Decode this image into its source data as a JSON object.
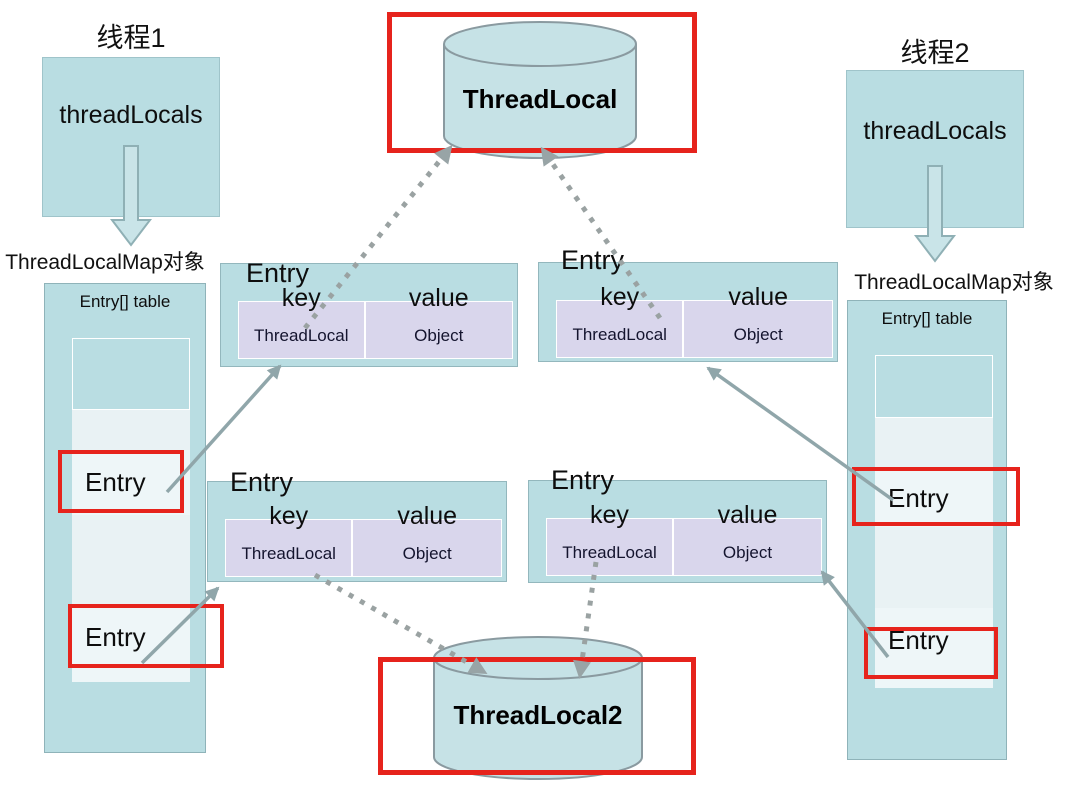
{
  "thread1": {
    "label": "线程1",
    "field": "threadLocals",
    "map_label": "ThreadLocalMap对象",
    "table_title": "Entry[] table",
    "entry_labels": [
      "Entry",
      "Entry"
    ]
  },
  "thread2": {
    "label": "线程2",
    "field": "threadLocals",
    "map_label": "ThreadLocalMap对象",
    "table_title": "Entry[] table",
    "entry_labels": [
      "Entry",
      "Entry"
    ]
  },
  "cylinders": {
    "top": "ThreadLocal",
    "bottom": "ThreadLocal2"
  },
  "entry_tables": [
    {
      "title": "Entry",
      "key_header": "key",
      "value_header": "value",
      "key_cell": "ThreadLocal",
      "value_cell": "Object"
    },
    {
      "title": "Entry",
      "key_header": "key",
      "value_header": "value",
      "key_cell": "ThreadLocal",
      "value_cell": "Object"
    },
    {
      "title": "Entry",
      "key_header": "key",
      "value_header": "value",
      "key_cell": "ThreadLocal",
      "value_cell": "Object"
    },
    {
      "title": "Entry",
      "key_header": "key",
      "value_header": "value",
      "key_cell": "ThreadLocal",
      "value_cell": "Object"
    }
  ],
  "colors": {
    "box_teal": "#b9dde2",
    "cell_lavender": "#d9d6ec",
    "highlight_red": "#e6231c",
    "solid_arrow": "#90a6aa",
    "dotted_arrow": "#9aa2a2",
    "light_cell": "#eef6f8"
  }
}
